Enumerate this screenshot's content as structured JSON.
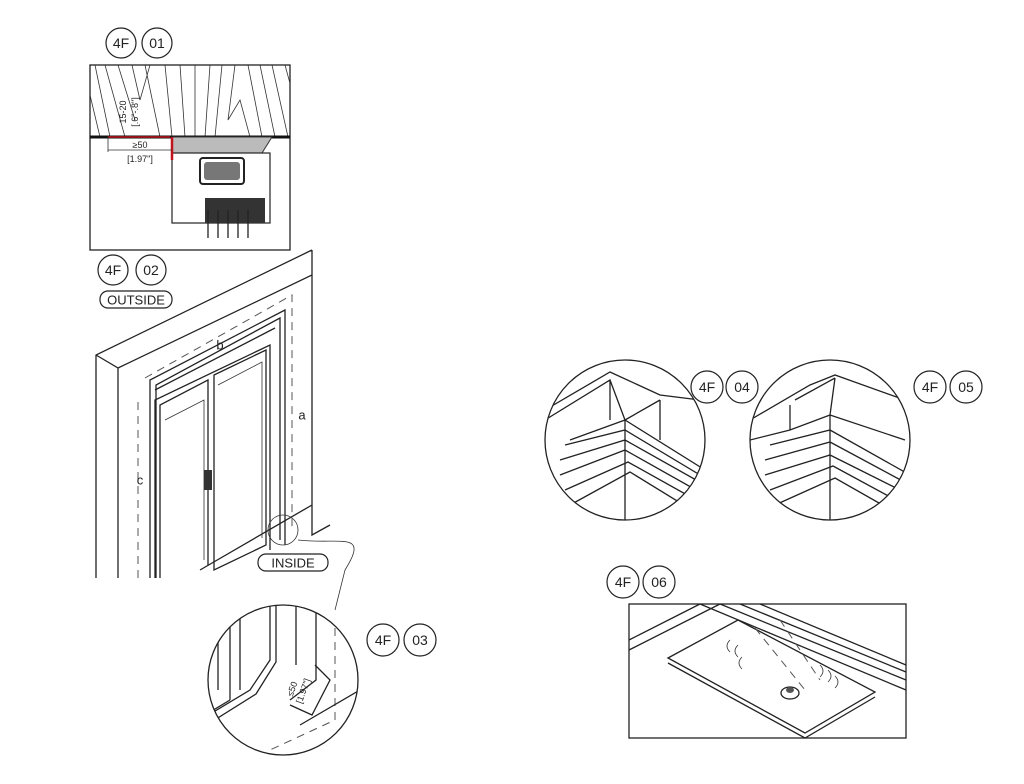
{
  "details": [
    {
      "prefix": "4F",
      "number": "01",
      "dims": {
        "gap": "15-20",
        "gap_in": "[.6\"-.8\"]",
        "overlap": "≥50",
        "overlap_in": "[1.97\"]"
      }
    },
    {
      "prefix": "4F",
      "number": "02",
      "labels": {
        "outside": "OUTSIDE",
        "inside": "INSIDE",
        "a": "a",
        "b": "b",
        "c": "c"
      }
    },
    {
      "prefix": "4F",
      "number": "03",
      "dims": {
        "max": "≤50",
        "max_in": "[1.97\"]"
      }
    },
    {
      "prefix": "4F",
      "number": "04"
    },
    {
      "prefix": "4F",
      "number": "05"
    },
    {
      "prefix": "4F",
      "number": "06"
    }
  ],
  "colors": {
    "accent": "#c0141c",
    "line": "#222222"
  }
}
